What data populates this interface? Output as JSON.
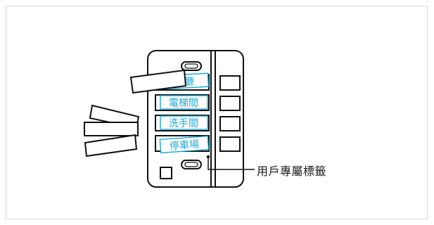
{
  "diagram": {
    "labels": [
      "大廳",
      "電梯間",
      "洗手間",
      "停車場"
    ],
    "callout": "用戶專屬標籤",
    "colors": {
      "outline": "#111111",
      "label_text": "#19a9d6",
      "frame_border": "#d6d6d6"
    }
  }
}
